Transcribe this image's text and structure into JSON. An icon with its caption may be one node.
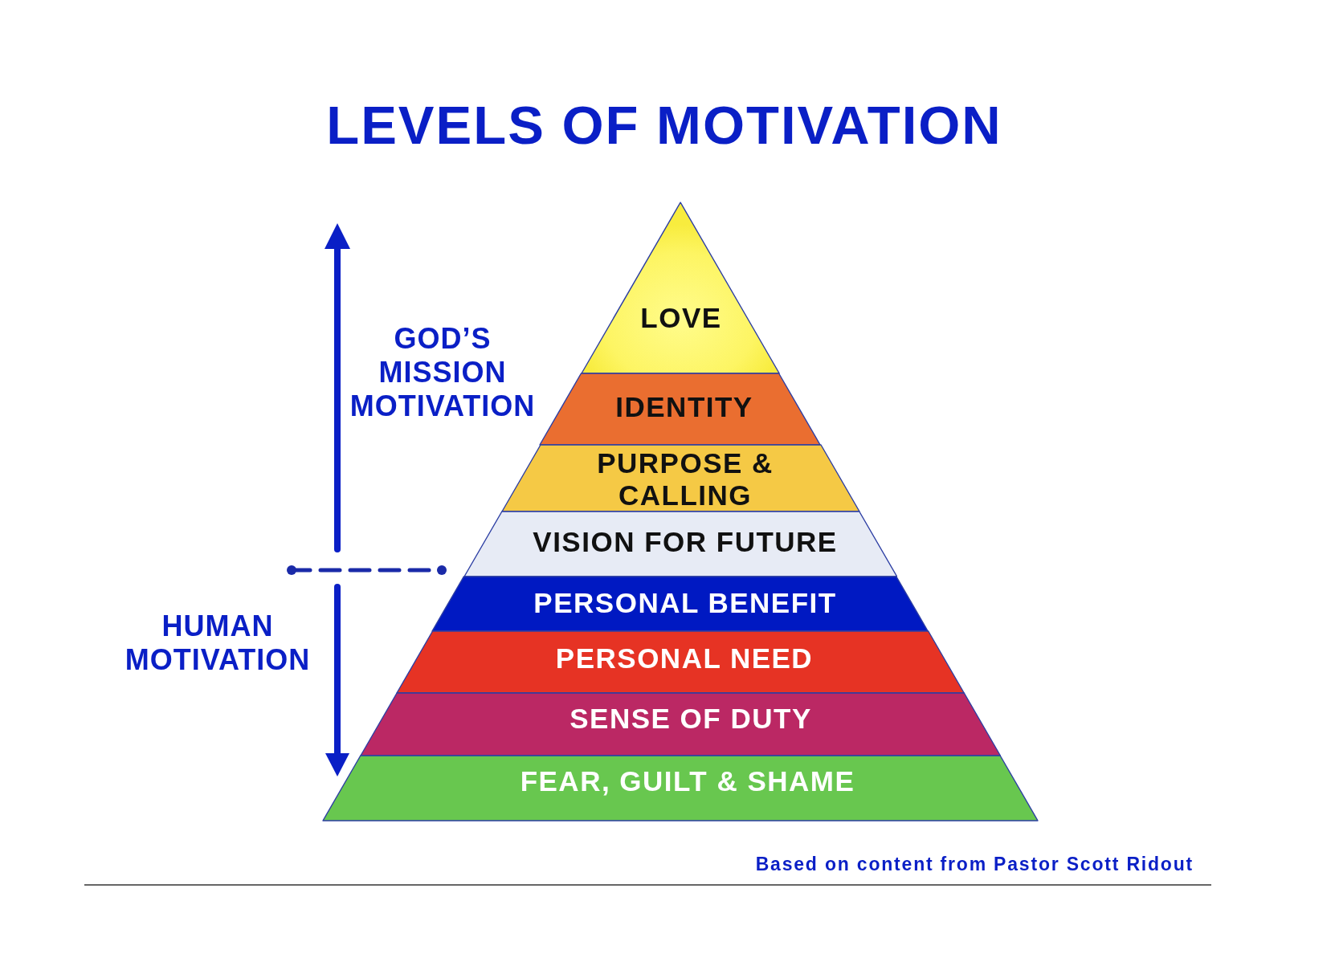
{
  "diagram": {
    "title": "LEVELS OF MOTIVATION",
    "nodes": [
      {
        "text": [
          "LOVE"
        ]
      },
      {
        "text": [
          "IDENTITY"
        ]
      },
      {
        "text": [
          "PURPOSE & CALLING"
        ]
      },
      {
        "text": [
          "VISION FOR FUTURE"
        ]
      },
      {
        "text": [
          "PERSONAL BENEFIT"
        ]
      },
      {
        "text": [
          "PERSONAL NEED"
        ]
      },
      {
        "text": [
          "SENSE OF DUTY"
        ]
      },
      {
        "text": [
          "FEAR, GUILT & SHAME"
        ]
      }
    ],
    "labels": [
      "GOD’S MISSION MOTIVATION",
      "HUMAN MOTIVATION"
    ],
    "caption": "Based on content from Pastor Scott Ridout"
  }
}
